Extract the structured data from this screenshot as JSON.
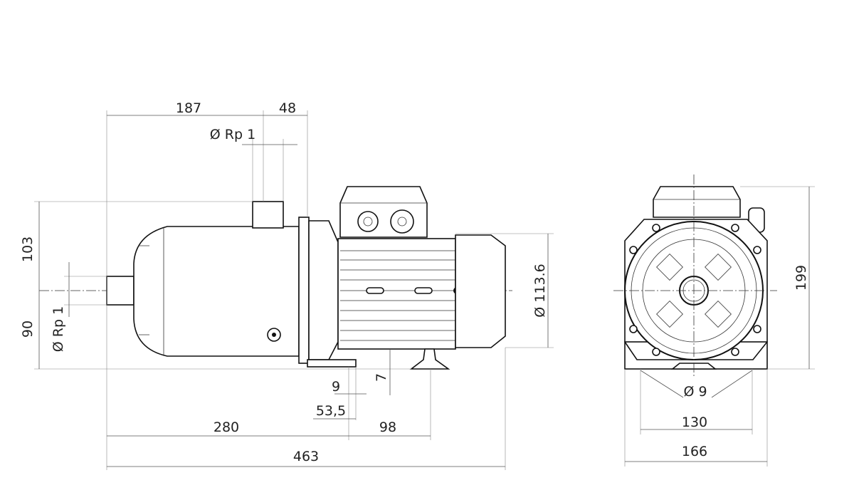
{
  "side_view": {
    "dim_187": "187",
    "dim_48": "48",
    "dim_outlet": "Ø Rp 1",
    "dim_103": "103",
    "dim_90": "90",
    "dim_inlet": "Ø Rp 1",
    "dim_motor_diameter": "Ø 113.6",
    "dim_9": "9",
    "dim_7": "7",
    "dim_53_5": "53,5",
    "dim_280": "280",
    "dim_98": "98",
    "dim_463": "463"
  },
  "front_view": {
    "dim_199": "199",
    "dim_hole": "Ø 9",
    "dim_130": "130",
    "dim_166": "166"
  }
}
